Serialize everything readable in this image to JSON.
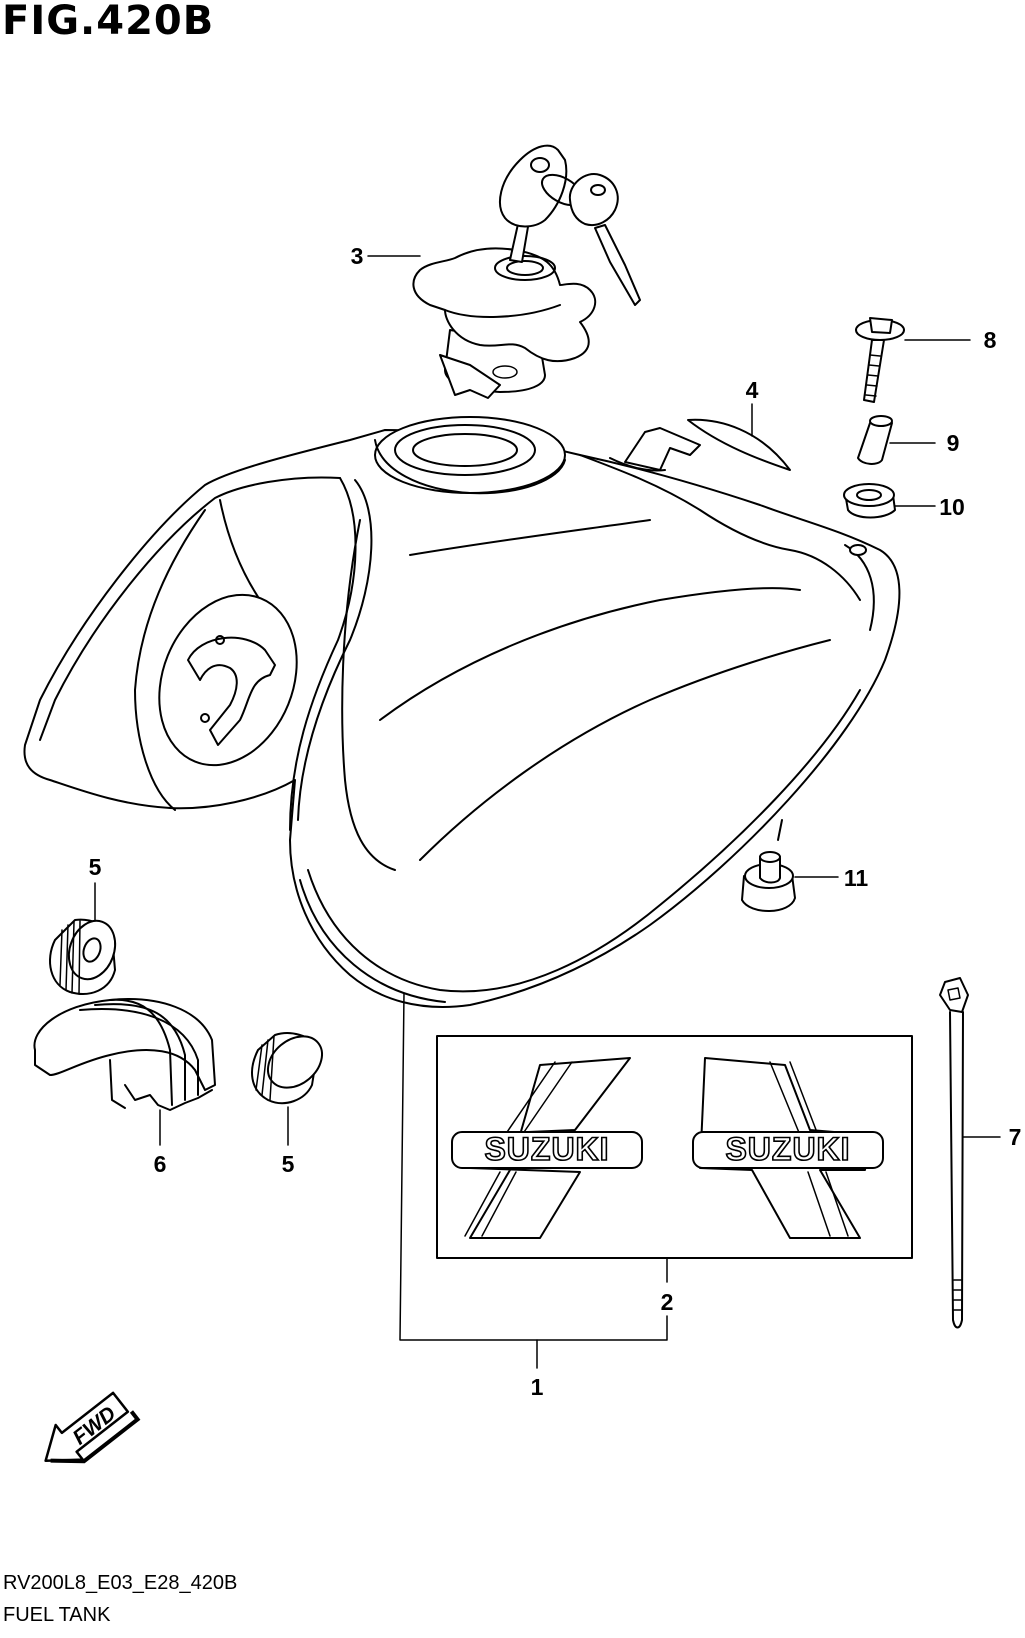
{
  "figure": {
    "title": "FIG.420B",
    "code": "RV200L8_E03_E28_420B",
    "caption": "FUEL TANK"
  },
  "callouts": {
    "c1": "1",
    "c2": "2",
    "c3": "3",
    "c4": "4",
    "c5a": "5",
    "c5b": "5",
    "c6": "6",
    "c7": "7",
    "c8": "8",
    "c9": "9",
    "c10": "10",
    "c11": "11"
  },
  "emblem": {
    "left_text": "SUZUKI",
    "right_text": "SUZUKI"
  },
  "direction": {
    "label": "FWD"
  },
  "colors": {
    "line": "#000000",
    "background": "#ffffff"
  }
}
